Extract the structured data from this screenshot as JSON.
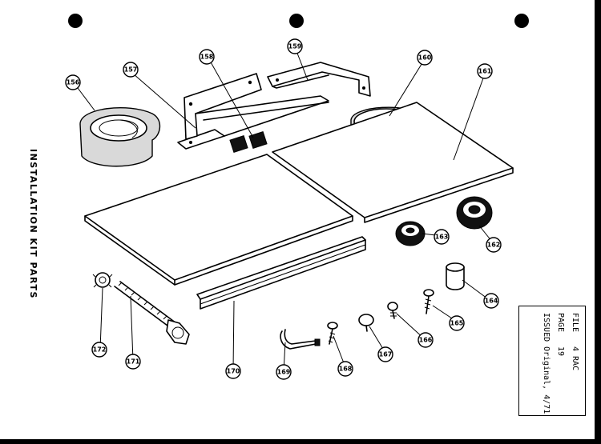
{
  "title": "INSTALLATION KIT PARTS",
  "info": {
    "file_label": "FILE",
    "file_value": "4 RAC",
    "page_label": "PAGE",
    "page_value": "19",
    "issued_label": "ISSUED",
    "issued_value": "Original, 4/71"
  },
  "parts": [
    "156",
    "157",
    "158",
    "159",
    "160",
    "161",
    "162",
    "163",
    "164",
    "165",
    "166",
    "167",
    "168",
    "169",
    "170",
    "171",
    "172"
  ]
}
